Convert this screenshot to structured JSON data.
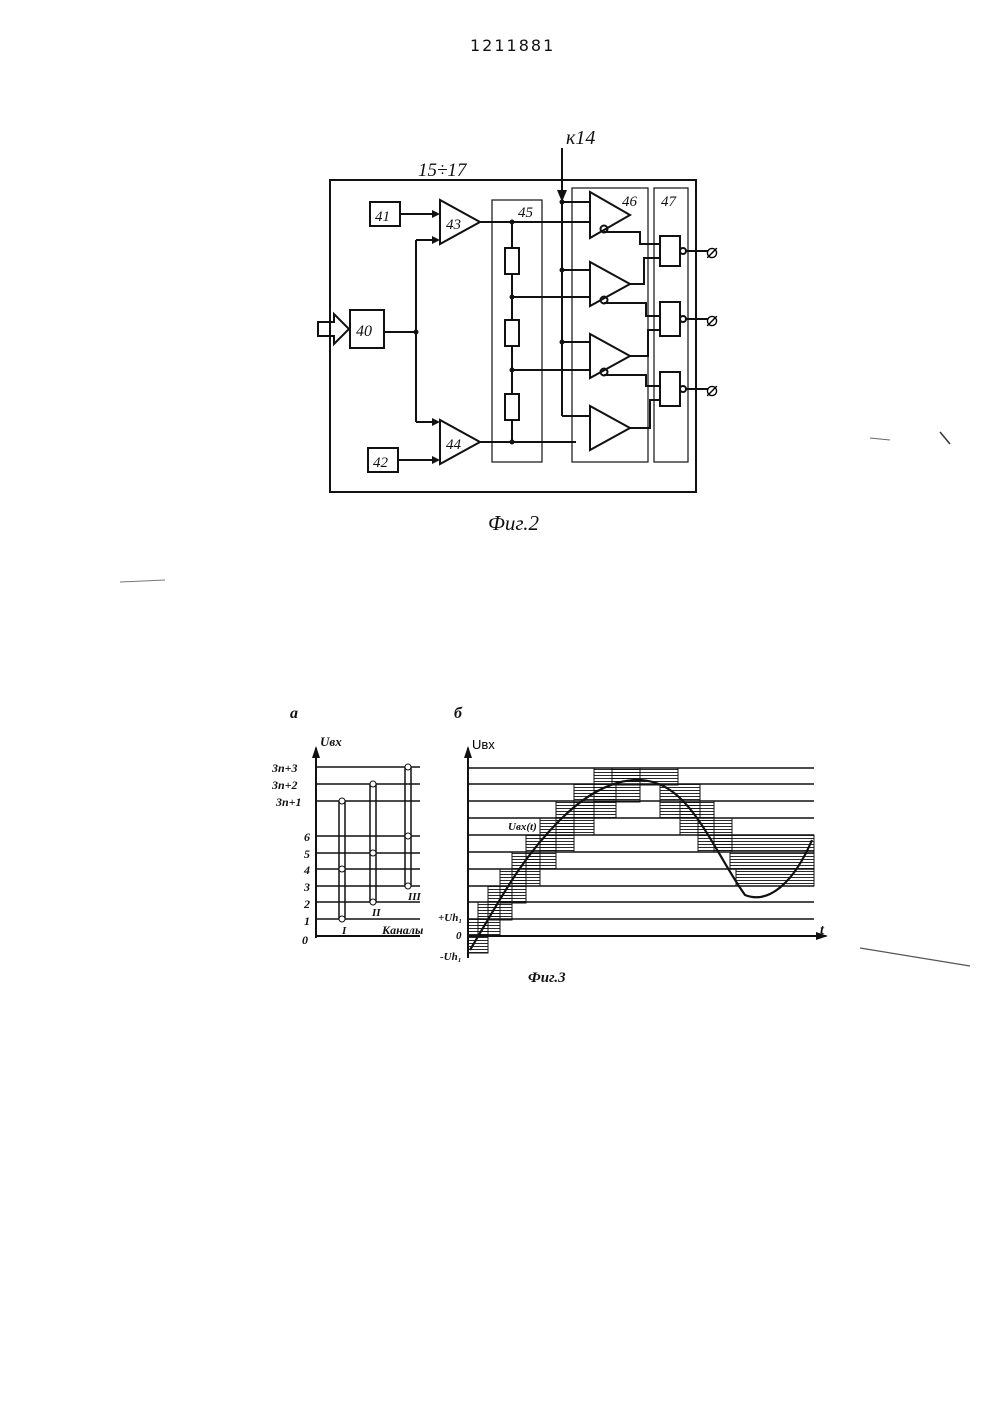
{
  "header": {
    "patent_number": "1211881"
  },
  "fig2": {
    "caption": "Фиг.2",
    "range_label": "15÷17",
    "input_label": "к14",
    "blocks": {
      "b40": "40",
      "b41": "41",
      "b42": "42",
      "amp43": "43",
      "amp44": "44",
      "b45": "45",
      "b46": "46",
      "b47": "47"
    },
    "output_symbols": [
      "⌀",
      "⌀",
      "⌀"
    ]
  },
  "fig3": {
    "caption": "Фиг.3",
    "panel_a": {
      "label": "а",
      "y_axis_label": "Uвх",
      "x_axis_label": "Каналы",
      "y_ticks": [
        "0",
        "1",
        "2",
        "3",
        "4",
        "5",
        "6",
        "3n+1",
        "3n+2",
        "3n+3"
      ],
      "channels": [
        "I",
        "II",
        "III"
      ]
    },
    "panel_b": {
      "label": "б",
      "y_axis_label": "Uвх",
      "x_axis_label": "t",
      "curve_label": "Uвх(t)",
      "y_ticks": [
        "+Uh₁",
        "0",
        "-Uh₁"
      ]
    }
  }
}
